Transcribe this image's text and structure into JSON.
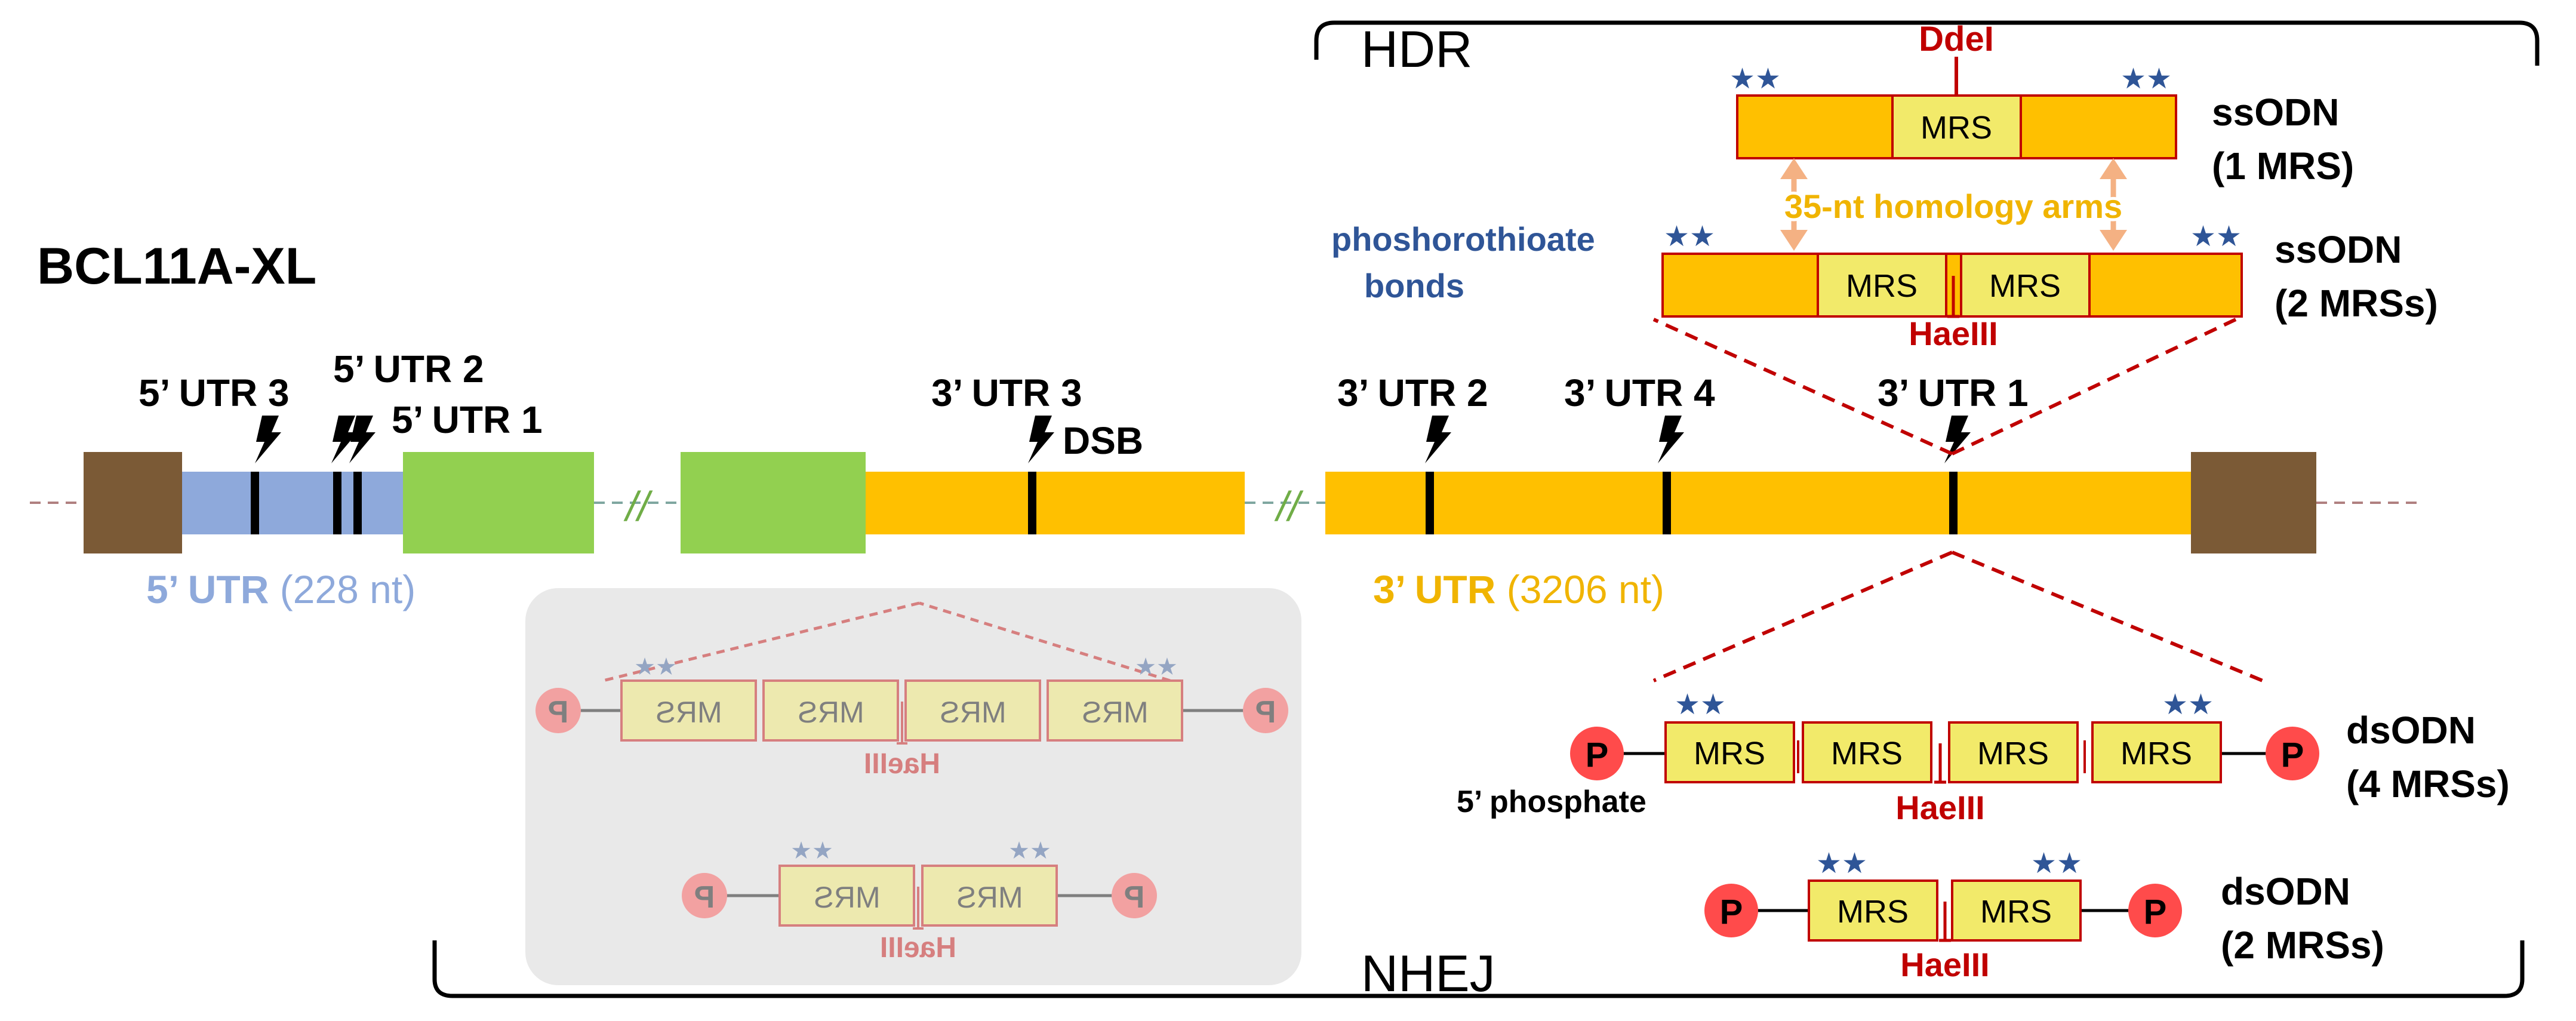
{
  "gene": {
    "title": "BCL11A-XL",
    "five_utr_label": "5’ UTR",
    "five_utr_length": "(228 nt)",
    "three_utr_label": "3’ UTR",
    "three_utr_length": "(3206 nt)",
    "break_mark": "//"
  },
  "sites": {
    "five_utr_3": "5’ UTR 3",
    "five_utr_2": "5’ UTR 2",
    "five_utr_1": "5’ UTR 1",
    "three_utr_3": "3’ UTR 3",
    "dsb": "DSB",
    "three_utr_2": "3’ UTR 2",
    "three_utr_4": "3’ UTR 4",
    "three_utr_1": "3’ UTR 1"
  },
  "hdr": {
    "bracket_label": "HDR",
    "ssodn_1mrs": {
      "name": "ssODN",
      "count": "(1 MRS)"
    },
    "ssodn_2mrs": {
      "name": "ssODN",
      "count": "(2 MRSs)"
    },
    "ddei": "DdeI",
    "haeiii": "HaeIII",
    "homology_arms": "35-nt homology arms",
    "phosphorothioate_line1": "phoshorothioate",
    "phosphorothioate_line2": "bonds",
    "mrs": "MRS",
    "stars": "★★"
  },
  "nhej": {
    "bracket_label": "NHEJ",
    "dsodn_4mrs": {
      "name": "dsODN",
      "count": "(4 MRSs)"
    },
    "dsodn_2mrs": {
      "name": "dsODN",
      "count": "(2 MRSs)"
    },
    "phosphate": "P",
    "five_phosphate": "5’ phosphate",
    "haeiii": "HaeIII",
    "mrs": "MRS",
    "stars": "★★"
  },
  "colors": {
    "brown": "#7b5a36",
    "five_utr_blue": "#8ea9db",
    "exon_green": "#92d050",
    "three_utr_orange": "#ffc000",
    "mrs_yellow": "#f2ea6a",
    "enzyme_red": "#c00000",
    "star_blue": "#2f5597",
    "arm_orange": "#f4b183",
    "phosphate_red": "#ff4b4b"
  }
}
